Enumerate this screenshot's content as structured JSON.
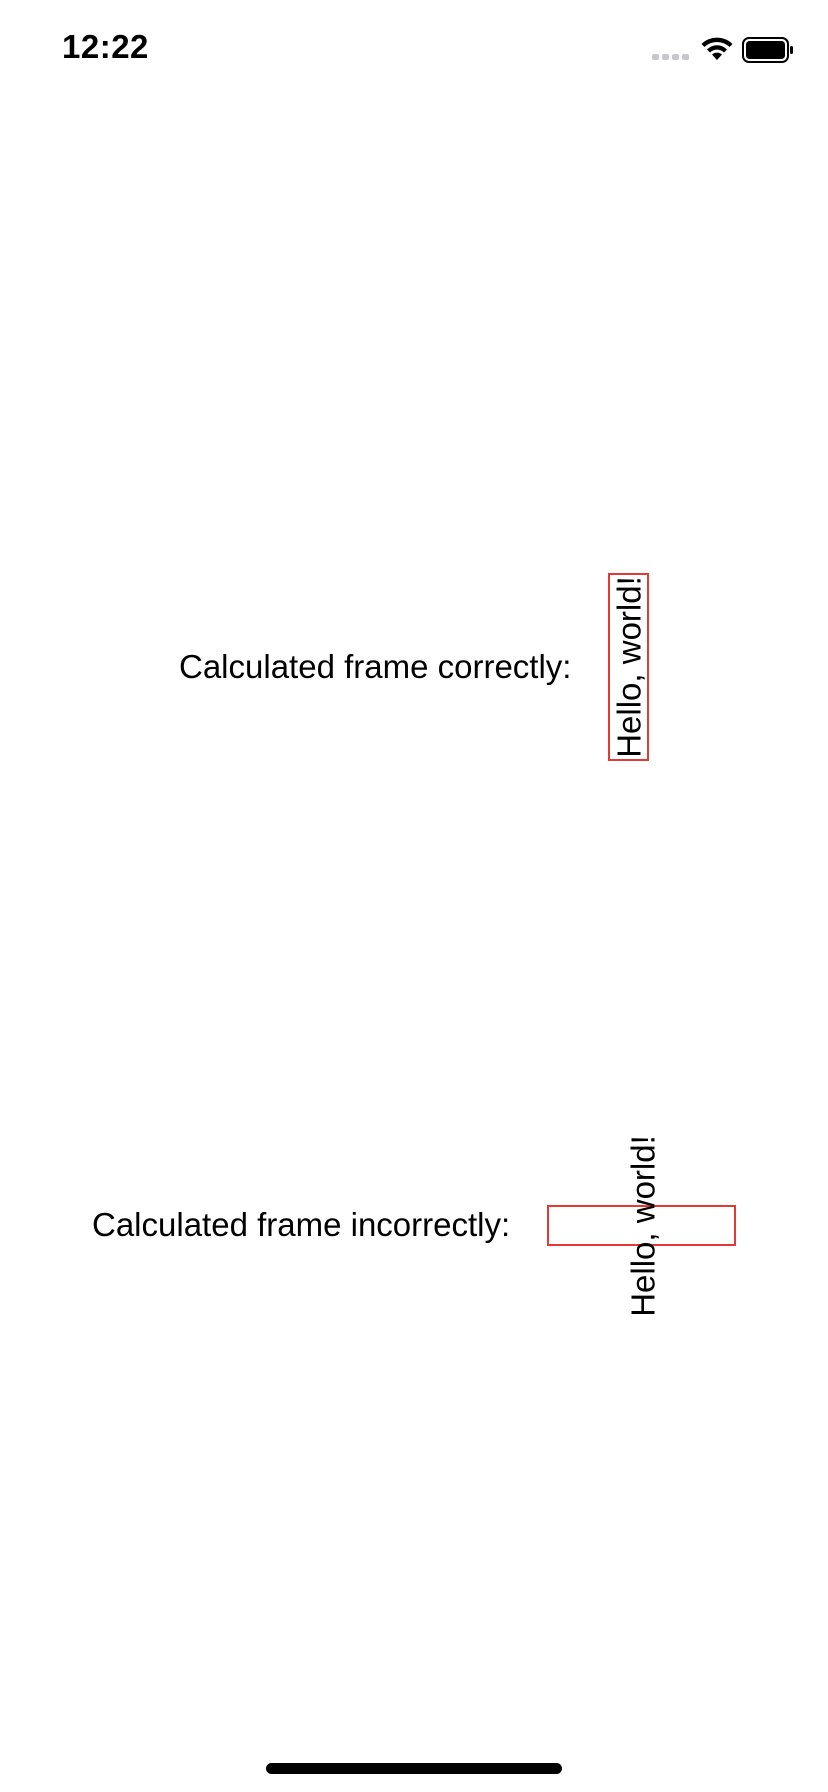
{
  "status_bar": {
    "time": "12:22",
    "icons": [
      "signal-icon",
      "wifi-icon",
      "battery-icon"
    ]
  },
  "rows": [
    {
      "label": "Calculated frame correctly:",
      "rotated_text": "Hello, world!"
    },
    {
      "label": "Calculated frame incorrectly:",
      "rotated_text": "Hello, world!"
    }
  ],
  "colors": {
    "frame_border": "#e53935",
    "text": "#000000",
    "background": "#ffffff"
  }
}
